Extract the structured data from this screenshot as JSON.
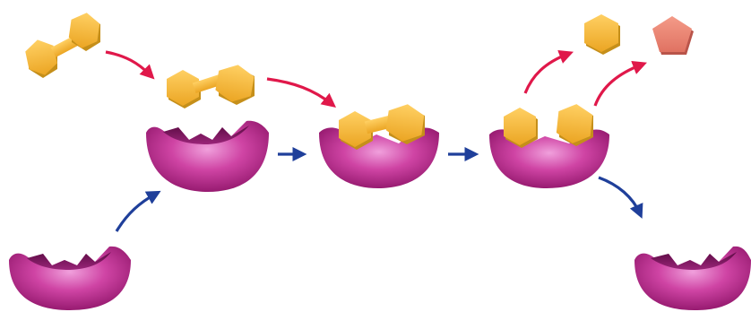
{
  "colors": {
    "enzyme": "#c2308e",
    "enzyme_dark": "#86105f",
    "enzyme_light": "#e88bd0",
    "substrate": "#f3b233",
    "substrate_edge": "#b98512",
    "product_alt": "#ea8270",
    "product_alt_edge": "#b9544a",
    "arrow_substrate": "#e0184a",
    "arrow_enzyme": "#1f3f9a"
  },
  "stages": [
    "free-substrate",
    "free-enzyme",
    "substrate-approaching-enzyme",
    "enzyme-substrate-complex",
    "enzyme-product-complex",
    "released-products",
    "regenerated-enzyme"
  ]
}
